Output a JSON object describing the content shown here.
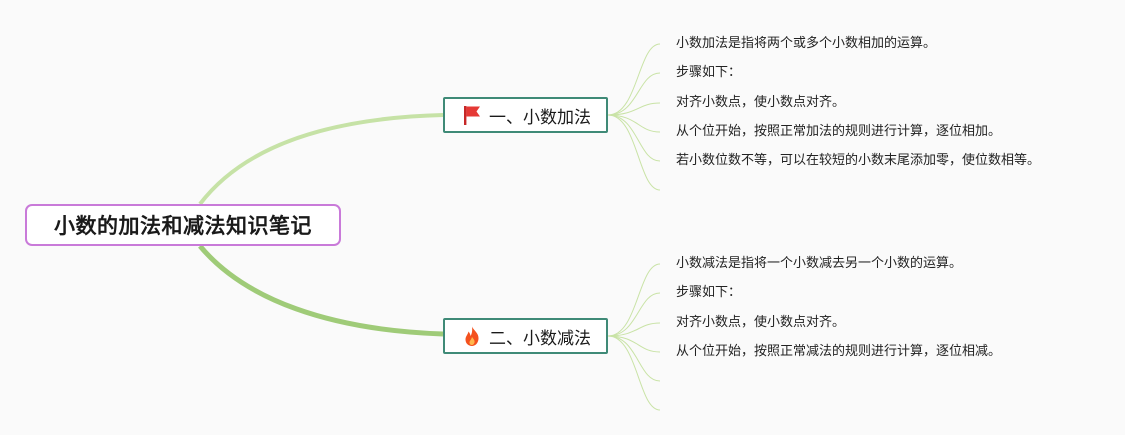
{
  "root": {
    "label": "小数的加法和减法知识笔记"
  },
  "branches": [
    {
      "label": "一、小数加法",
      "icon": "red-flag-icon",
      "leaves": [
        "小数加法是指将两个或多个小数相加的运算。",
        "步骤如下：",
        "对齐小数点，使小数点对齐。",
        "从个位开始，按照正常加法的规则进行计算，逐位相加。",
        "若小数位数不等，可以在较短的小数末尾添加零，使位数相等。"
      ]
    },
    {
      "label": "二、小数减法",
      "icon": "fire-icon",
      "leaves": [
        "小数减法是指将一个小数减去另一个小数的运算。",
        "步骤如下：",
        "对齐小数点，使小数点对齐。",
        "从个位开始，按照正常减法的规则进行计算，逐位相减。"
      ]
    }
  ],
  "colors": {
    "root_border": "#c97ad9",
    "branch_border": "#3f8a77",
    "main_connector": "#b5d98c",
    "leaf_connector": "#c9e3a6",
    "flag": "#e53935",
    "fire": "#f4511e"
  }
}
